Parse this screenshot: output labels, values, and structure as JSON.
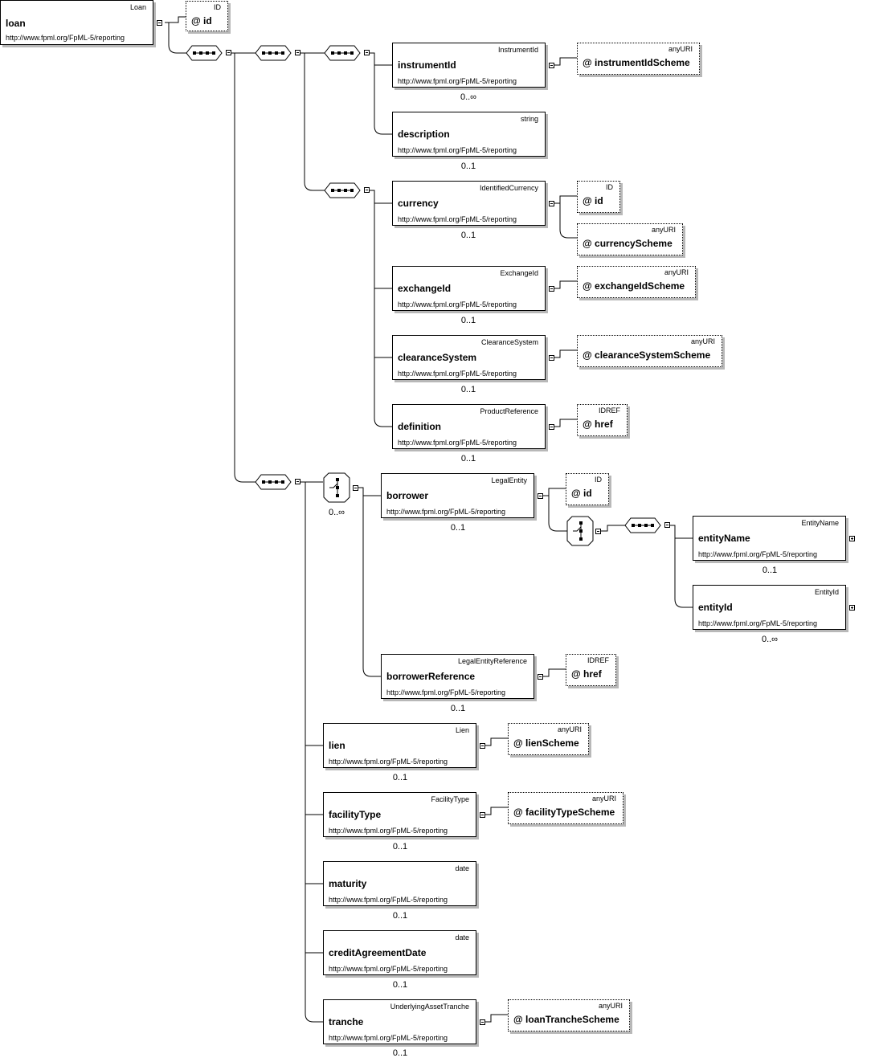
{
  "root": {
    "type": "Loan",
    "name": "loan",
    "ns": "http://www.fpml.org/FpML-5/reporting"
  },
  "root_attr": {
    "type": "ID",
    "name": "@  id"
  },
  "instrumentId": {
    "type": "InstrumentId",
    "name": "instrumentId",
    "ns": "http://www.fpml.org/FpML-5/reporting",
    "card": "0..∞"
  },
  "instrumentIdScheme": {
    "type": "anyURI",
    "name": "@  instrumentIdScheme"
  },
  "description": {
    "type": "string",
    "name": "description",
    "ns": "http://www.fpml.org/FpML-5/reporting",
    "card": "0..1"
  },
  "currency": {
    "type": "IdentifiedCurrency",
    "name": "currency",
    "ns": "http://www.fpml.org/FpML-5/reporting",
    "card": "0..1"
  },
  "currency_id": {
    "type": "ID",
    "name": "@  id"
  },
  "currencyScheme": {
    "type": "anyURI",
    "name": "@  currencyScheme"
  },
  "exchangeId": {
    "type": "ExchangeId",
    "name": "exchangeId",
    "ns": "http://www.fpml.org/FpML-5/reporting",
    "card": "0..1"
  },
  "exchangeIdScheme": {
    "type": "anyURI",
    "name": "@  exchangeIdScheme"
  },
  "clearanceSystem": {
    "type": "ClearanceSystem",
    "name": "clearanceSystem",
    "ns": "http://www.fpml.org/FpML-5/reporting",
    "card": "0..1"
  },
  "clearanceSystemScheme": {
    "type": "anyURI",
    "name": "@  clearanceSystemScheme"
  },
  "definition": {
    "type": "ProductReference",
    "name": "definition",
    "ns": "http://www.fpml.org/FpML-5/reporting",
    "card": "0..1"
  },
  "definition_href": {
    "type": "IDREF",
    "name": "@  href"
  },
  "choice1_card": "0..∞",
  "borrower": {
    "type": "LegalEntity",
    "name": "borrower",
    "ns": "http://www.fpml.org/FpML-5/reporting",
    "card": "0..1"
  },
  "borrower_id": {
    "type": "ID",
    "name": "@  id"
  },
  "entityName": {
    "type": "EntityName",
    "name": "entityName",
    "ns": "http://www.fpml.org/FpML-5/reporting",
    "card": "0..1"
  },
  "entityId": {
    "type": "EntityId",
    "name": "entityId",
    "ns": "http://www.fpml.org/FpML-5/reporting",
    "card": "0..∞"
  },
  "borrowerReference": {
    "type": "LegalEntityReference",
    "name": "borrowerReference",
    "ns": "http://www.fpml.org/FpML-5/reporting",
    "card": "0..1"
  },
  "borrowerReference_href": {
    "type": "IDREF",
    "name": "@  href"
  },
  "lien": {
    "type": "Lien",
    "name": "lien",
    "ns": "http://www.fpml.org/FpML-5/reporting",
    "card": "0..1"
  },
  "lienScheme": {
    "type": "anyURI",
    "name": "@  lienScheme"
  },
  "facilityType": {
    "type": "FacilityType",
    "name": "facilityType",
    "ns": "http://www.fpml.org/FpML-5/reporting",
    "card": "0..1"
  },
  "facilityTypeScheme": {
    "type": "anyURI",
    "name": "@  facilityTypeScheme"
  },
  "maturity": {
    "type": "date",
    "name": "maturity",
    "ns": "http://www.fpml.org/FpML-5/reporting",
    "card": "0..1"
  },
  "creditAgreementDate": {
    "type": "date",
    "name": "creditAgreementDate",
    "ns": "http://www.fpml.org/FpML-5/reporting",
    "card": "0..1"
  },
  "tranche": {
    "type": "UnderlyingAssetTranche",
    "name": "tranche",
    "ns": "http://www.fpml.org/FpML-5/reporting",
    "card": "0..1"
  },
  "loanTrancheScheme": {
    "type": "anyURI",
    "name": "@  loanTrancheScheme"
  }
}
